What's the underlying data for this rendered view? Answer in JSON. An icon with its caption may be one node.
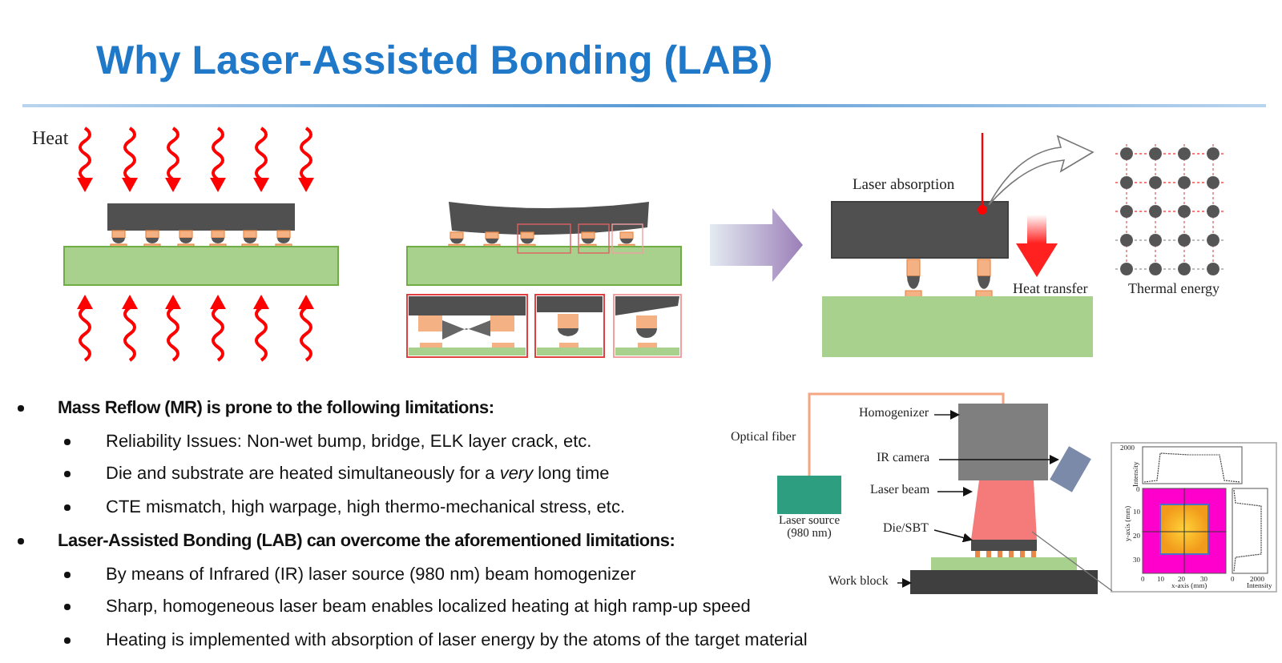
{
  "diagram": {
    "title": "Why Laser-Assisted Bonding (LAB)",
    "nodes": [
      {
        "text": [
          "Homogenizer"
        ]
      },
      {
        "text": [],
        "shape": "box"
      },
      {
        "text": [
          "IR camera"
        ]
      },
      {
        "text": [],
        "shape": "box"
      },
      {
        "text": [
          "Laser beam"
        ]
      },
      {
        "text": [],
        "shape": "box"
      },
      {
        "text": [
          "Die/SBT"
        ]
      },
      {
        "text": [],
        "shape": "box"
      },
      {
        "text": [
          "Laser source (980 nm)"
        ]
      },
      {
        "text": [
          "Work block"
        ]
      },
      {
        "text": [],
        "shape": "box"
      },
      {
        "text": [],
        "shape": "picture"
      }
    ],
    "edges": [
      {
        "from": 8,
        "to": 1,
        "arrow": "none",
        "label": "Optical fiber",
        "color": "#f4a582"
      },
      {
        "from": 0,
        "to": 1,
        "arrow": "to"
      },
      {
        "from": 2,
        "to": 3,
        "arrow": "to"
      },
      {
        "from": 4,
        "to": 5,
        "arrow": "to"
      },
      {
        "from": 6,
        "to": 7,
        "arrow": "to"
      },
      {
        "from": 9,
        "to": 10,
        "arrow": "to"
      },
      {
        "from": 5,
        "to": 11,
        "arrow": "none",
        "color": "#777777"
      }
    ],
    "labels": [
      "Heat",
      "Laser absorption",
      "Heat transfer",
      "Thermal energy",
      "Mass Reflow (MR) is prone to the following limitations:",
      "Reliability Issues: Non-wet bump, bridge, ELK layer crack, etc.",
      "Die and substrate are heated simultaneously for a *very* long time",
      "CTE mismatch, high warpage, high thermo-mechanical stress, etc.",
      "Laser-Assisted Bonding (LAB) can overcome the aforementioned limitations:",
      "By means of Infrared (IR) laser source (980 nm) beam homogenizer",
      "Sharp, homogeneous laser beam enables localized heating at high ramp-up speed",
      "Heating is implemented with absorption of laser energy by the atoms of the target material",
      "2000",
      "Intensity",
      "0",
      "10",
      "20",
      "30",
      "y-axis (mm)",
      "0",
      "10",
      "20",
      "30",
      "x-axis (mm)",
      "0",
      "2000",
      "Intensity"
    ]
  }
}
